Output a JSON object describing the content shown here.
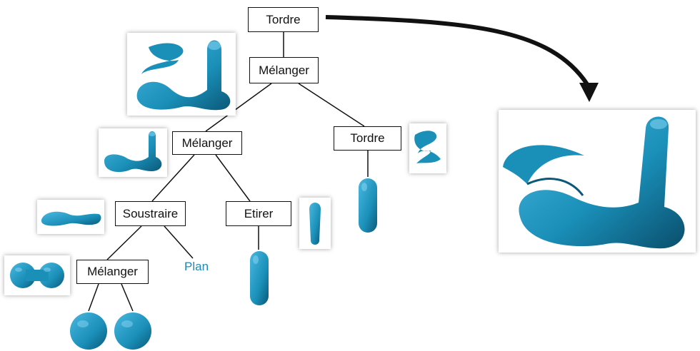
{
  "colors": {
    "shape": "#1a8fb8",
    "shape_dark": "#0b5878",
    "shape_light": "#7fd0ee",
    "edge": "#111111",
    "leaf_label": "#1f8ab3"
  },
  "nodes": {
    "root": "Tordre",
    "blend_top": "Mélanger",
    "blend_mid": "Mélanger",
    "twist_right": "Tordre",
    "subtract": "Soustraire",
    "stretch": "Etirer",
    "blend_bottom": "Mélanger"
  },
  "leaves": {
    "plane": "Plan"
  },
  "thumbnails": [
    "final-twisted-shape",
    "blend-top-result",
    "blend-mid-result",
    "twisted-capsule",
    "subtract-result",
    "stretched-sphere",
    "blended-spheres",
    "final-result-enlarged"
  ],
  "primitives": [
    "sphere",
    "sphere",
    "capsule",
    "capsule"
  ]
}
